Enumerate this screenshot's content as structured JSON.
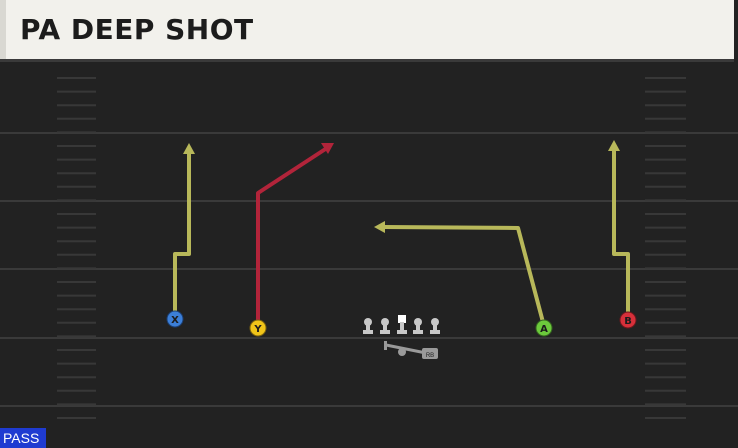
{
  "play": {
    "title": "PA DEEP SHOT",
    "type_label": "PASS"
  },
  "players": [
    {
      "id": "X",
      "label": "X",
      "color": "#3c7fd8"
    },
    {
      "id": "Y",
      "label": "Y",
      "color": "#f0c419"
    },
    {
      "id": "A",
      "label": "A",
      "color": "#6cc93c"
    },
    {
      "id": "B",
      "label": "B",
      "color": "#d6303a"
    },
    {
      "id": "RB",
      "label": "RB",
      "color": "#9a9a9a"
    }
  ],
  "colors": {
    "field": "#222222",
    "yard_line": "#3a3a3a",
    "route_yellow": "#b8b85a",
    "route_red": "#b2243a",
    "lineman": "#c8c8c8",
    "title_bg": "#f2f1ec",
    "pass_bg": "#1f3bd1"
  }
}
